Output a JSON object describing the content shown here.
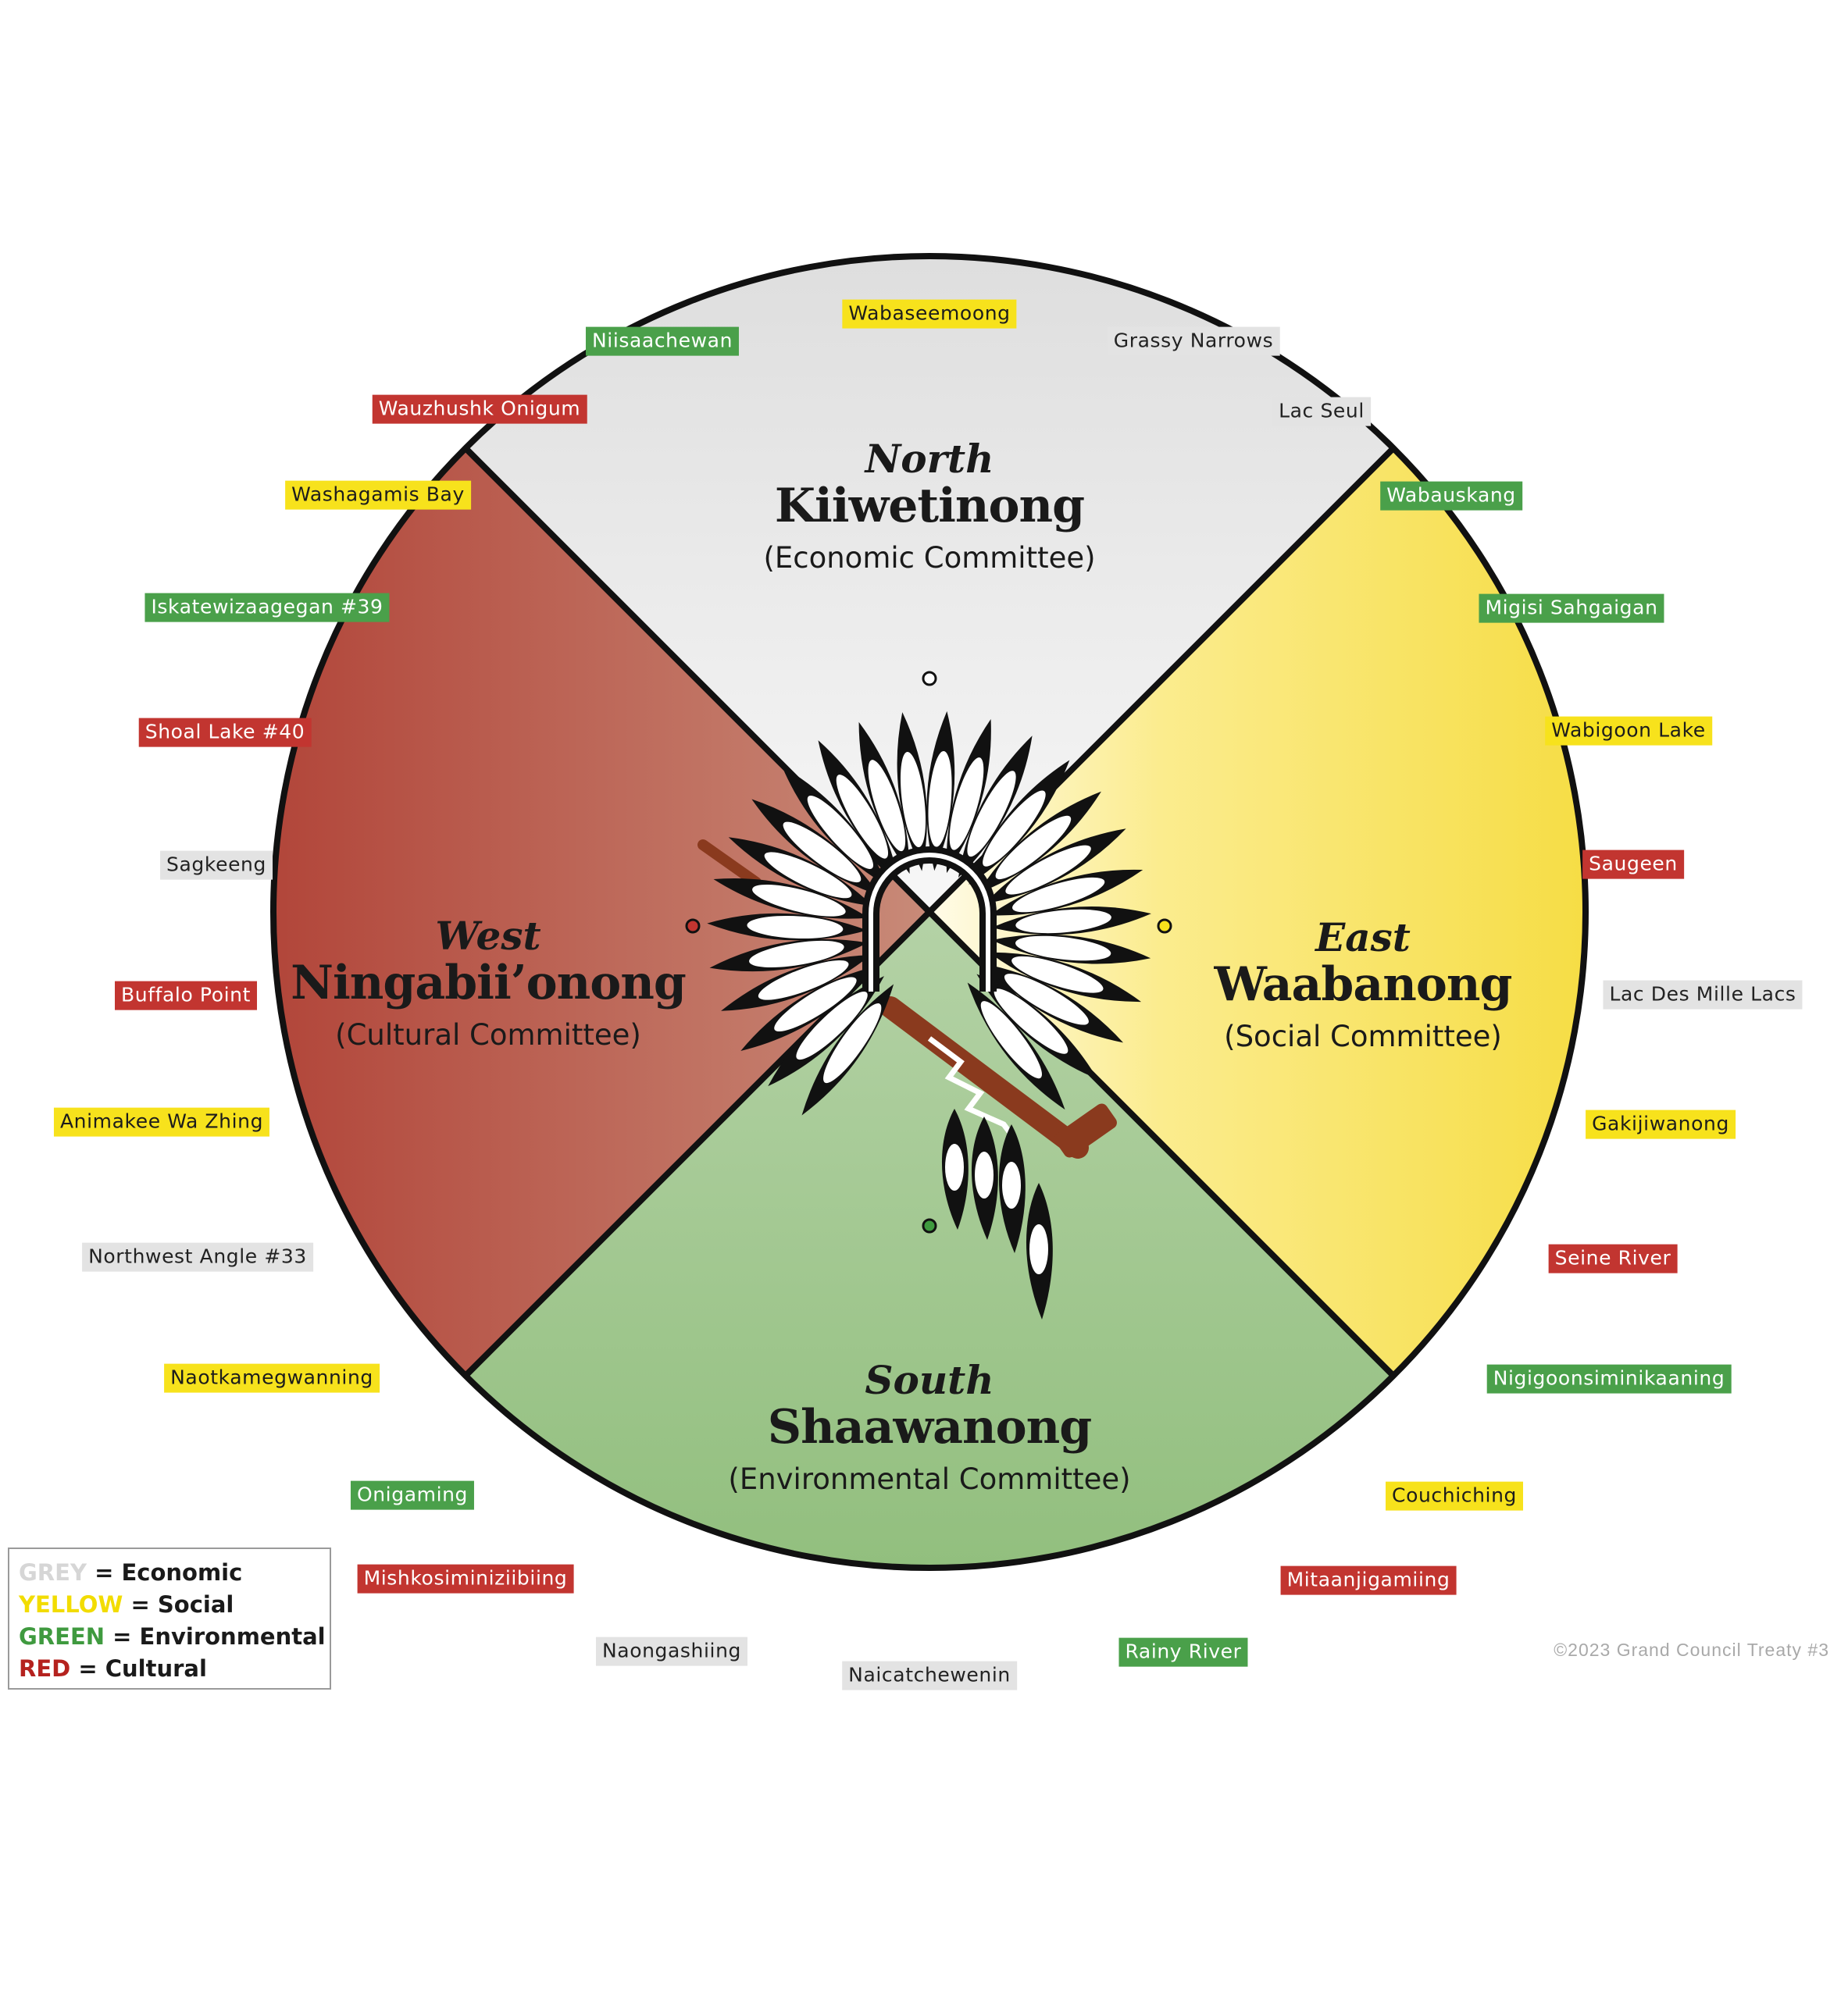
{
  "quadrants": [
    {
      "key": "north",
      "direction": "North",
      "name": "Kiiwetinong",
      "committee": "(Economic Committee)",
      "category": "grey"
    },
    {
      "key": "east",
      "direction": "East",
      "name": "Waabanong",
      "committee": "(Social Committee)",
      "category": "yellow"
    },
    {
      "key": "south",
      "direction": "South",
      "name": "Shaawanong",
      "committee": "(Environmental Committee)",
      "category": "green"
    },
    {
      "key": "west",
      "direction": "West",
      "name": "Ningabii’onong",
      "committee": "(Cultural Committee)",
      "category": "red"
    }
  ],
  "communities": [
    {
      "name": "Wabaseemoong",
      "category": "yellow"
    },
    {
      "name": "Grassy Narrows",
      "category": "grey"
    },
    {
      "name": "Lac Seul",
      "category": "grey"
    },
    {
      "name": "Wabauskang",
      "category": "green"
    },
    {
      "name": "Migisi Sahgaigan",
      "category": "green"
    },
    {
      "name": "Wabigoon Lake",
      "category": "yellow"
    },
    {
      "name": "Saugeen",
      "category": "red"
    },
    {
      "name": "Lac Des Mille Lacs",
      "category": "grey"
    },
    {
      "name": "Gakijiwanong",
      "category": "yellow"
    },
    {
      "name": "Seine River",
      "category": "red"
    },
    {
      "name": "Nigigoonsiminikaaning",
      "category": "green"
    },
    {
      "name": "Couchiching",
      "category": "yellow"
    },
    {
      "name": "Mitaanjigamiing",
      "category": "red"
    },
    {
      "name": "Rainy River",
      "category": "green"
    },
    {
      "name": "Naicatchewenin",
      "category": "grey"
    },
    {
      "name": "Naongashiing",
      "category": "grey"
    },
    {
      "name": "Mishkosiminiziibiing",
      "category": "red"
    },
    {
      "name": "Onigaming",
      "category": "green"
    },
    {
      "name": "Naotkamegwanning",
      "category": "yellow"
    },
    {
      "name": "Northwest Angle #33",
      "category": "grey"
    },
    {
      "name": "Animakee Wa Zhing",
      "category": "yellow"
    },
    {
      "name": "Buffalo Point",
      "category": "red"
    },
    {
      "name": "Sagkeeng",
      "category": "grey"
    },
    {
      "name": "Shoal Lake #40",
      "category": "red"
    },
    {
      "name": "Iskatewizaagegan #39",
      "category": "green"
    },
    {
      "name": "Washagamis Bay",
      "category": "yellow"
    },
    {
      "name": "Wauzhushk Onigum",
      "category": "red"
    },
    {
      "name": "Niisaachewan",
      "category": "green"
    }
  ],
  "legend": [
    {
      "color_word": "GREY",
      "meaning": "= Economic",
      "color": "#d6d6d6"
    },
    {
      "color_word": "YELLOW",
      "meaning": "= Social",
      "color": "#f2dc00"
    },
    {
      "color_word": "GREEN",
      "meaning": "= Environmental",
      "color": "#3f9a3f"
    },
    {
      "color_word": "RED",
      "meaning": "= Cultural",
      "color": "#b5221e"
    }
  ],
  "colors": {
    "grey_fill": "#ececec",
    "yellow_fill": "#f9e46c",
    "green_fill": "#a6c995",
    "red_fill": "#b8564a",
    "outline": "#111111",
    "headdress": "black-and-white-feather-headdress-icon",
    "pipe": "ceremonial-pipe-icon"
  },
  "copyright": "©2023 Grand Council Treaty #3"
}
